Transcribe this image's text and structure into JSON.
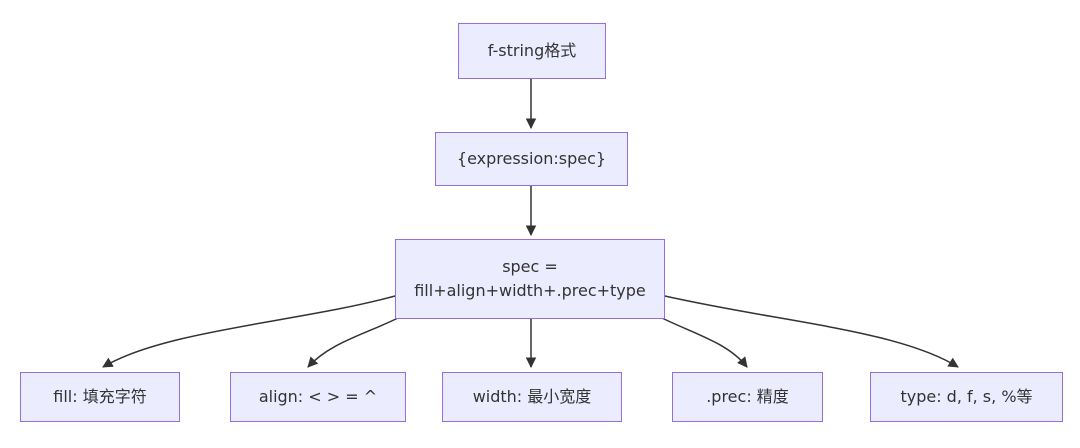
{
  "diagram": {
    "type": "flowchart",
    "direction": "top-down",
    "colors": {
      "node_fill": "#ECECFF",
      "node_border": "#9370DB",
      "text": "#333333",
      "edge": "#333333",
      "background": "#ffffff"
    },
    "nodes": {
      "root": {
        "label": "f-string格式"
      },
      "expression": {
        "label": "{expression:spec}"
      },
      "spec": {
        "label_line1": "spec =",
        "label_line2": "fill+align+width+.prec+type"
      },
      "fill": {
        "label": "fill: 填充字符"
      },
      "align": {
        "label": "align: < > = ^"
      },
      "width": {
        "label": "width: 最小宽度"
      },
      "prec": {
        "label": ".prec: 精度"
      },
      "type": {
        "label": "type: d, f, s, %等"
      }
    },
    "edges": [
      {
        "from": "root",
        "to": "expression"
      },
      {
        "from": "expression",
        "to": "spec"
      },
      {
        "from": "spec",
        "to": "fill"
      },
      {
        "from": "spec",
        "to": "align"
      },
      {
        "from": "spec",
        "to": "width"
      },
      {
        "from": "spec",
        "to": "prec"
      },
      {
        "from": "spec",
        "to": "type"
      }
    ]
  }
}
